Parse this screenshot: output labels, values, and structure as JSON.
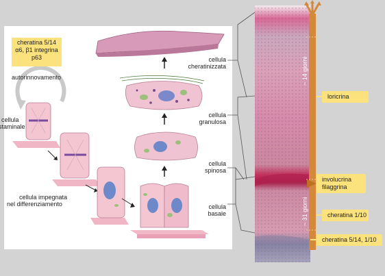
{
  "markers_box": [
    "cheratina 5/14",
    "α6, β1 integrina",
    "p63"
  ],
  "labels": {
    "self_renewal": "autorinnovamento",
    "stem_cell": [
      "cellula",
      "staminale"
    ],
    "committed_cell": [
      "cellula impegnata",
      "nel differenziamento"
    ]
  },
  "layers": {
    "cornified": [
      "cellula",
      "cheratinizzata"
    ],
    "granular": [
      "cellula",
      "granulosa"
    ],
    "spinous": [
      "cellula",
      "spinosa"
    ],
    "basal": [
      "cellula",
      "basale"
    ]
  },
  "timeline": {
    "upper": "~ 14 giorni",
    "lower": "~ 31 giorni"
  },
  "expression_tags": [
    "loricrina",
    "involucrina",
    "filaggrina",
    "cheratina 1/10",
    "cheratina 5/14, 1/10"
  ],
  "colors": {
    "marker_box": "#fbe27d",
    "timeline_bar": "#d4883a",
    "panel_bg": "#ffffff",
    "page_bg": "#d3d3d3"
  }
}
